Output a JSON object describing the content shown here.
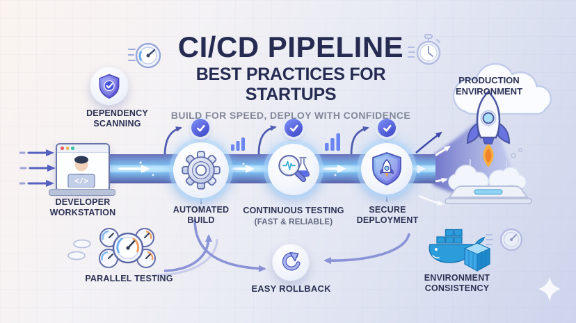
{
  "header": {
    "title": "CI/CD PIPELINE",
    "subtitle": "BEST PRACTICES FOR STARTUPS",
    "tagline": "BUILD FOR SPEED, DEPLOY WITH CONFIDENCE",
    "left_icon": "speedometer-icon",
    "right_icon": "stopwatch-icon"
  },
  "pipeline": {
    "source": {
      "label": "DEVELOPER WORKSTATION",
      "icon": "developer-monitor-icon",
      "code_glyph": "</>"
    },
    "stages": [
      {
        "label": "AUTOMATED BUILD",
        "icon": "gear-icon"
      },
      {
        "label": "CONTINUOUS TESTING",
        "note": "(FAST & RELIABLE)",
        "icon": "magnifier-flask-icon"
      },
      {
        "label": "SECURE DEPLOYMENT",
        "icon": "shield-rocket-icon"
      }
    ],
    "target": {
      "label": "PRODUCTION ENVIRONMENT",
      "icon": "cloud-rocket-icon"
    }
  },
  "practices": {
    "dependency_scanning": {
      "label": "DEPENDENCY SCANNING",
      "icon": "shield-check-icon"
    },
    "parallel_testing": {
      "label": "PARALLEL TESTING",
      "icon": "gauge-cluster-icon"
    },
    "easy_rollback": {
      "label": "EASY ROLLBACK",
      "icon": "rollback-arrow-icon"
    },
    "environment_consistency": {
      "label": "ENVIRONMENT CONSISTENCY",
      "icon": "docker-whale-icon"
    }
  },
  "colors": {
    "title_navy": "#262b52",
    "tagline_gray": "#83889b",
    "pipe_core": "#c8ecff",
    "pipe_edge": "#5a5fa8",
    "badge_blue": "#3a44c4",
    "docker_blue": "#2d9cdb",
    "flame_orange": "#f2832e",
    "arrow_indigo": "#515cb0"
  }
}
